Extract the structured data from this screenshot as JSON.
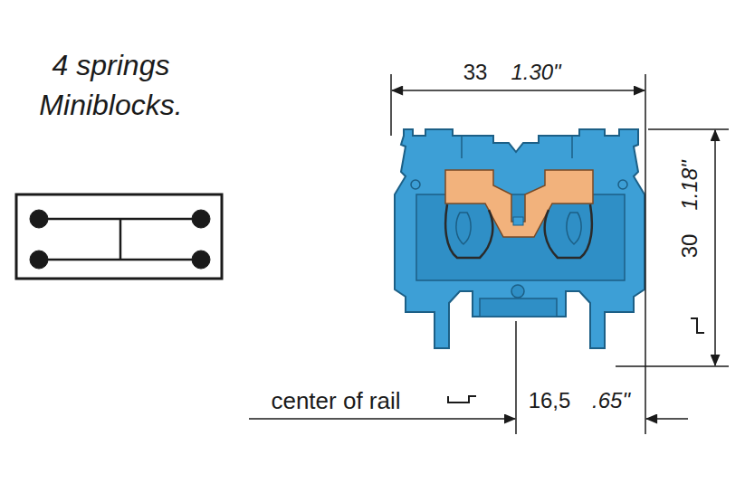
{
  "diagram": {
    "title": "4 springs Miniblocks.",
    "labels": [
      "33",
      "1.30\"",
      "30",
      "1.18\"",
      "center of rail",
      "16,5",
      ".65\""
    ]
  }
}
